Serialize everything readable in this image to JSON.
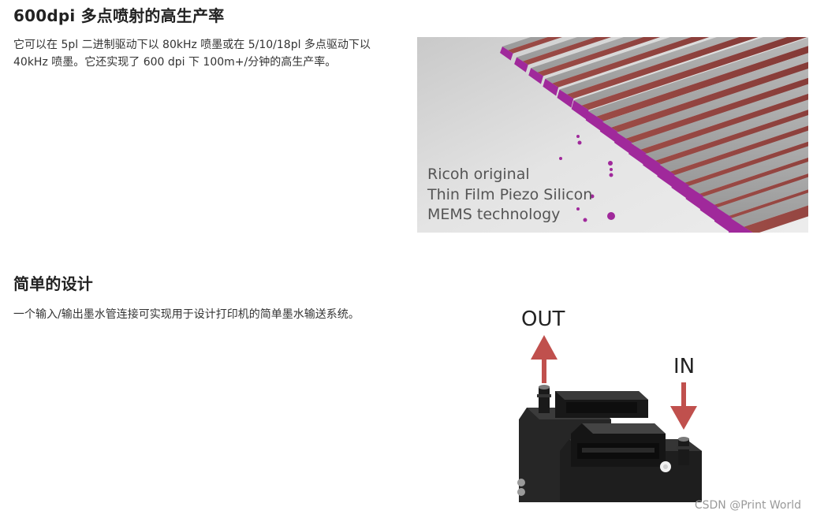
{
  "sections": [
    {
      "title": "600dpi 多点喷射的高生产率",
      "body": "它可以在 5pl 二进制驱动下以 80kHz 喷墨或在 5/10/18pl 多点驱动下以 40kHz 喷墨。它还实现了 600 dpi 下 100m+/分钟的高生产率。"
    },
    {
      "title": "简单的设计",
      "body": "一个输入/输出墨水管连接可实现用于设计打印机的简单墨水输送系统。"
    }
  ],
  "figure1": {
    "caption_lines": [
      "Ricoh original",
      "Thin Film Piezo Silicon",
      "MEMS technology"
    ],
    "colors": {
      "background": "#e3e3e3",
      "ridge": "#a8a8a8",
      "channel": "#8d3f3b",
      "ink": "#a0299b"
    }
  },
  "figure2": {
    "out_label": "OUT",
    "in_label": "IN",
    "colors": {
      "arrow": "#c0504d",
      "body": "#1c1c1c"
    }
  },
  "watermark": "CSDN @Print World"
}
